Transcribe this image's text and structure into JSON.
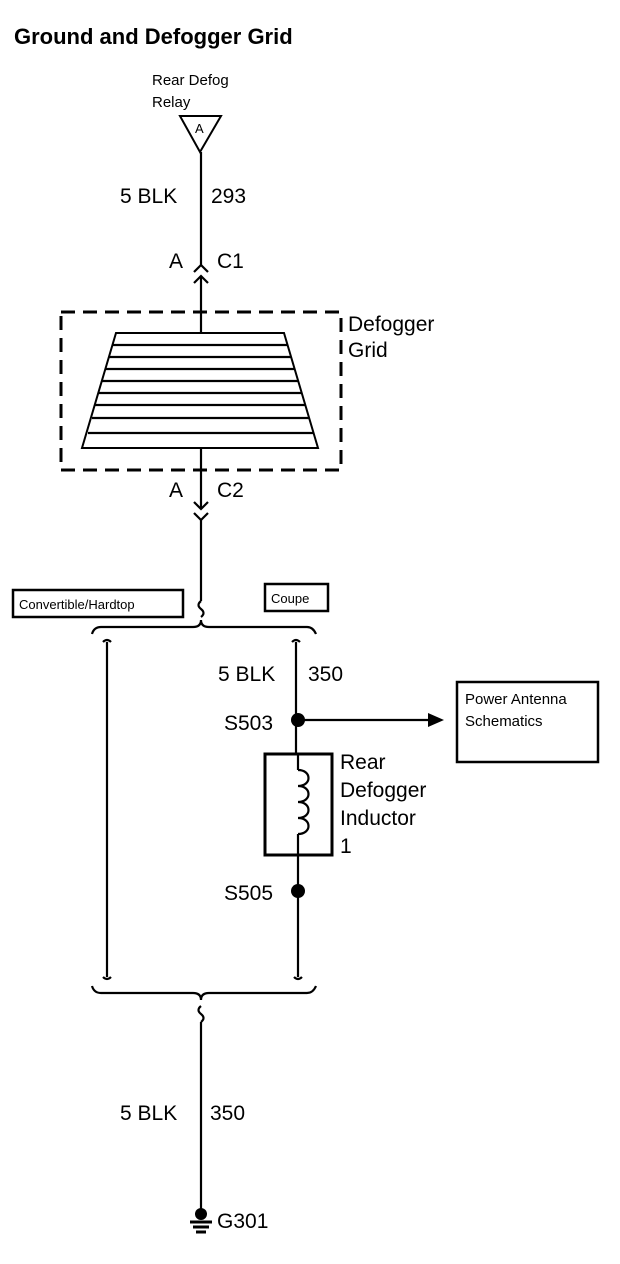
{
  "title": "Ground and Defogger Grid",
  "relay": {
    "line1": "Rear Defog",
    "line2": "Relay",
    "pin": "A"
  },
  "wire_top": {
    "gauge_color": "5 BLK",
    "circuit": "293"
  },
  "connector_c1": {
    "pin": "A",
    "name": "C1"
  },
  "grid": {
    "line1": "Defogger",
    "line2": "Grid"
  },
  "connector_c2": {
    "pin": "A",
    "name": "C2"
  },
  "options": {
    "left": "Convertible/Hardtop",
    "right": "Coupe"
  },
  "wire_mid": {
    "gauge_color": "5 BLK",
    "circuit": "350"
  },
  "splice_s503": "S503",
  "antenna_ref": {
    "line1": "Power Antenna",
    "line2": "Schematics"
  },
  "inductor": {
    "line1": "Rear",
    "line2": "Defogger",
    "line3": "Inductor",
    "line4": "1"
  },
  "splice_s505": "S505",
  "wire_bottom": {
    "gauge_color": "5 BLK",
    "circuit": "350"
  },
  "ground": "G301"
}
